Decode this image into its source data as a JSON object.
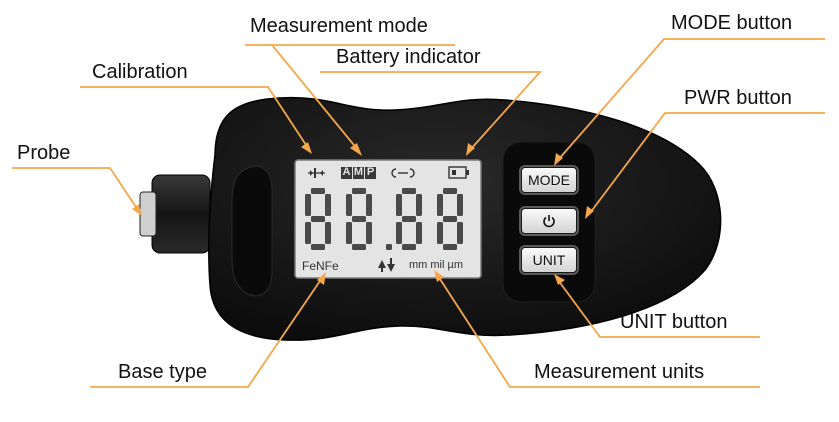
{
  "labels": {
    "measurement_mode": "Measurement mode",
    "mode_button": "MODE button",
    "battery_indicator": "Battery indicator",
    "calibration": "Calibration",
    "pwr_button": "PWR button",
    "probe": "Probe",
    "unit_button": "UNIT button",
    "base_type": "Base type",
    "measurement_units": "Measurement units"
  },
  "device": {
    "buttons": {
      "mode": "MODE",
      "unit": "UNIT"
    },
    "lcd": {
      "mode_letters": [
        "A",
        "M",
        "P"
      ],
      "digits": "88.88",
      "base_type": "FeNFe",
      "units": "mm mil µm"
    }
  },
  "colors": {
    "leader_line": "#f5a74a",
    "body": "#121212",
    "lcd_background": "#e4e4e4",
    "lcd_segment": "#4a4a4a"
  }
}
